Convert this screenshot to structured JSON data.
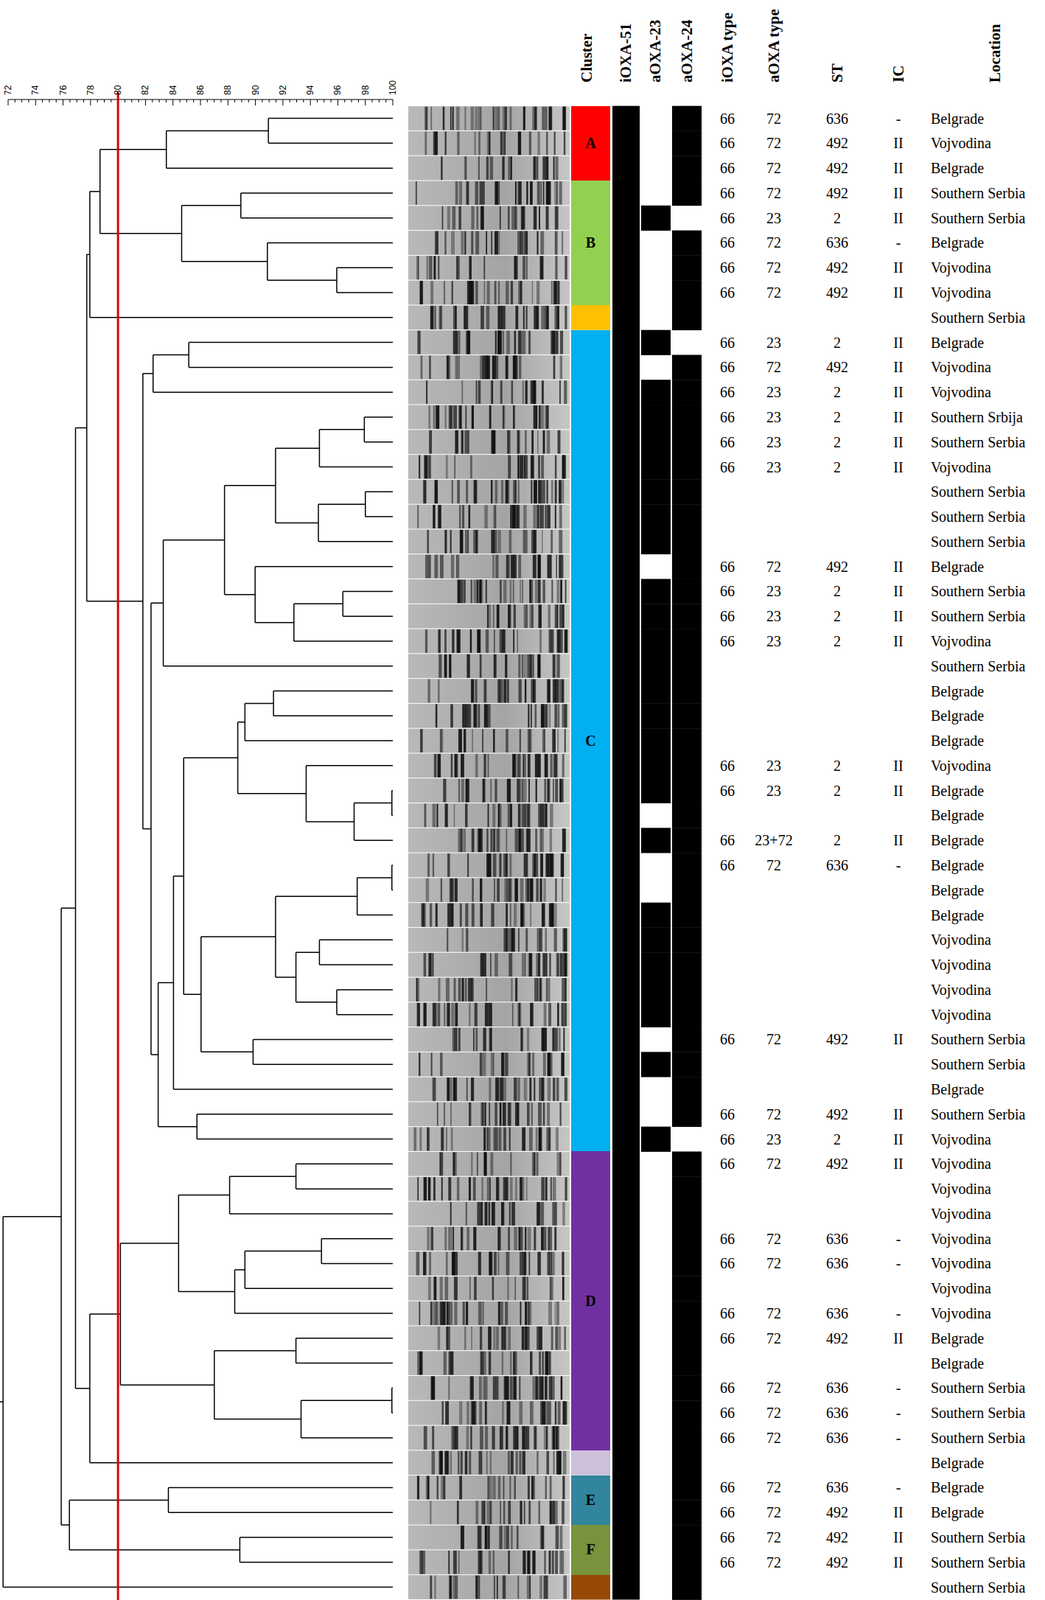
{
  "diagram": {
    "nodes": [
      {
        "text": [
          "A"
        ]
      },
      {
        "text": [
          "B"
        ]
      },
      {
        "text": [
          "C"
        ]
      },
      {
        "text": [
          "D"
        ]
      },
      {
        "text": [
          "E"
        ]
      },
      {
        "text": [
          "F"
        ]
      }
    ],
    "labels": [
      "72",
      "74",
      "76",
      "78",
      "80",
      "82",
      "84",
      "86",
      "88",
      "90",
      "92",
      "94",
      "96",
      "98",
      "100",
      "Cluster",
      "iOXA-51",
      "aOXA-23",
      "aOXA-24",
      "iOXA type",
      "aOXA type",
      "ST",
      "IC",
      "Location",
      "66",
      "72",
      "636",
      "-",
      "Belgrade",
      "66",
      "72",
      "492",
      "II",
      "Vojvodina",
      "66",
      "72",
      "492",
      "II",
      "Belgrade",
      "66",
      "72",
      "492",
      "II",
      "Southern Serbia",
      "66",
      "23",
      "2",
      "II",
      "Southern Serbia",
      "66",
      "72",
      "636",
      "-",
      "Belgrade",
      "66",
      "72",
      "492",
      "II",
      "Vojvodina",
      "66",
      "72",
      "492",
      "II",
      "Vojvodina",
      "Southern Serbia",
      "66",
      "23",
      "2",
      "II",
      "Belgrade",
      "66",
      "72",
      "492",
      "II",
      "Vojvodina",
      "66",
      "23",
      "2",
      "II",
      "Vojvodina",
      "66",
      "23",
      "2",
      "II",
      "Southern Srbija",
      "66",
      "23",
      "2",
      "II",
      "Southern Serbia",
      "66",
      "23",
      "2",
      "II",
      "Vojvodina",
      "Southern Serbia",
      "Southern Serbia",
      "Southern Serbia",
      "66",
      "72",
      "492",
      "II",
      "Belgrade",
      "66",
      "23",
      "2",
      "II",
      "Southern Serbia",
      "66",
      "23",
      "2",
      "II",
      "Southern Serbia",
      "66",
      "23",
      "2",
      "II",
      "Vojvodina",
      "Southern Serbia",
      "Belgrade",
      "Belgrade",
      "Belgrade",
      "66",
      "23",
      "2",
      "II",
      "Vojvodina",
      "66",
      "23",
      "2",
      "II",
      "Belgrade",
      "Belgrade",
      "66",
      "23+72",
      "2",
      "II",
      "Belgrade",
      "66",
      "72",
      "636",
      "-",
      "Belgrade",
      "Belgrade",
      "Belgrade",
      "Vojvodina",
      "Vojvodina",
      "Vojvodina",
      "Vojvodina",
      "66",
      "72",
      "492",
      "II",
      "Southern Serbia",
      "Southern Serbia",
      "Belgrade",
      "66",
      "72",
      "492",
      "II",
      "Southern Serbia",
      "66",
      "23",
      "2",
      "II",
      "Vojvodina",
      "66",
      "72",
      "492",
      "II",
      "Vojvodina",
      "Vojvodina",
      "Vojvodina",
      "66",
      "72",
      "636",
      "-",
      "Vojvodina",
      "66",
      "72",
      "636",
      "-",
      "Vojvodina",
      "Vojvodina",
      "66",
      "72",
      "636",
      "-",
      "Vojvodina",
      "66",
      "72",
      "492",
      "II",
      "Belgrade",
      "Belgrade",
      "66",
      "72",
      "636",
      "-",
      "Southern Serbia",
      "66",
      "72",
      "636",
      "-",
      "Southern Serbia",
      "66",
      "72",
      "636",
      "-",
      "Southern Serbia",
      "Belgrade",
      "66",
      "72",
      "636",
      "-",
      "Belgrade",
      "66",
      "72",
      "492",
      "II",
      "Belgrade",
      "66",
      "72",
      "492",
      "II",
      "Southern Serbia",
      "66",
      "72",
      "492",
      "II",
      "Southern Serbia",
      "Southern Serbia"
    ]
  }
}
